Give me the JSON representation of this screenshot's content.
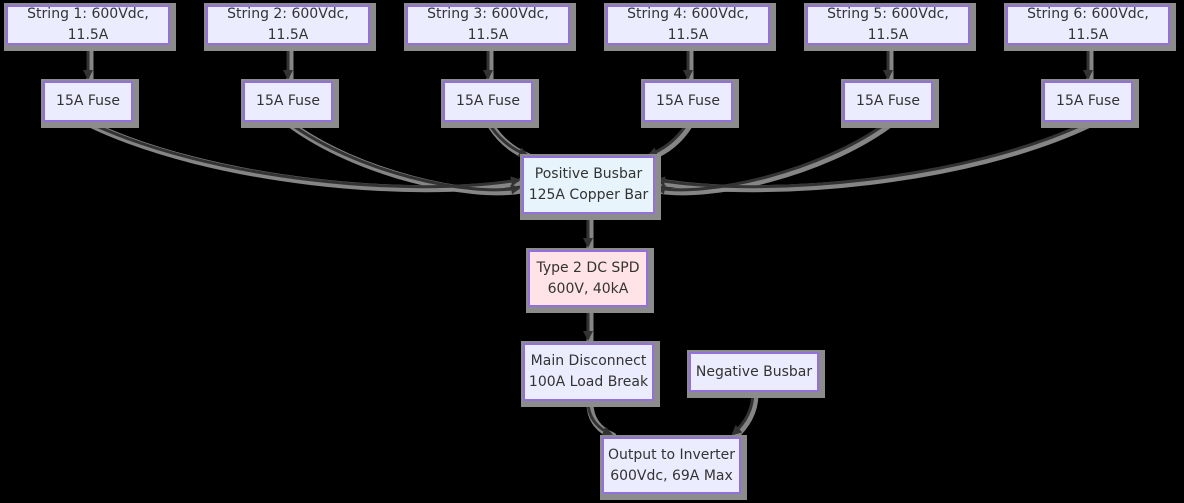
{
  "colors": {
    "background": "#000000",
    "node_fill": "#ECECFF",
    "node_border": "#9370DB",
    "busbar_fill": "#E7F4FB",
    "spd_fill": "#FFE3E6",
    "edge": "#333333",
    "shadow": "#8C8C8C",
    "text": "#333333"
  },
  "nodes": {
    "strings": [
      {
        "label": "String 1: 600Vdc, 11.5A"
      },
      {
        "label": "String 2: 600Vdc, 11.5A"
      },
      {
        "label": "String 3: 600Vdc, 11.5A"
      },
      {
        "label": "String 4: 600Vdc, 11.5A"
      },
      {
        "label": "String 5: 600Vdc, 11.5A"
      },
      {
        "label": "String 6: 600Vdc, 11.5A"
      }
    ],
    "fuses": [
      {
        "label": "15A Fuse"
      },
      {
        "label": "15A Fuse"
      },
      {
        "label": "15A Fuse"
      },
      {
        "label": "15A Fuse"
      },
      {
        "label": "15A Fuse"
      },
      {
        "label": "15A Fuse"
      }
    ],
    "positive_busbar": {
      "line1": "Positive Busbar",
      "line2": "125A Copper Bar"
    },
    "spd": {
      "line1": "Type 2 DC SPD",
      "line2": "600V, 40kA"
    },
    "main_disconnect": {
      "line1": "Main Disconnect",
      "line2": "100A Load Break"
    },
    "negative_busbar": {
      "line1": "Negative Busbar"
    },
    "output_inverter": {
      "line1": "Output to Inverter",
      "line2": "600Vdc, 69A Max"
    }
  },
  "edges": [
    {
      "from": "string-1",
      "to": "fuse-1"
    },
    {
      "from": "string-2",
      "to": "fuse-2"
    },
    {
      "from": "string-3",
      "to": "fuse-3"
    },
    {
      "from": "string-4",
      "to": "fuse-4"
    },
    {
      "from": "string-5",
      "to": "fuse-5"
    },
    {
      "from": "string-6",
      "to": "fuse-6"
    },
    {
      "from": "fuse-1",
      "to": "positive-busbar"
    },
    {
      "from": "fuse-2",
      "to": "positive-busbar"
    },
    {
      "from": "fuse-3",
      "to": "positive-busbar"
    },
    {
      "from": "fuse-4",
      "to": "positive-busbar"
    },
    {
      "from": "fuse-5",
      "to": "positive-busbar"
    },
    {
      "from": "fuse-6",
      "to": "positive-busbar"
    },
    {
      "from": "positive-busbar",
      "to": "spd"
    },
    {
      "from": "spd",
      "to": "main-disconnect"
    },
    {
      "from": "main-disconnect",
      "to": "output-inverter"
    },
    {
      "from": "negative-busbar",
      "to": "output-inverter"
    }
  ]
}
